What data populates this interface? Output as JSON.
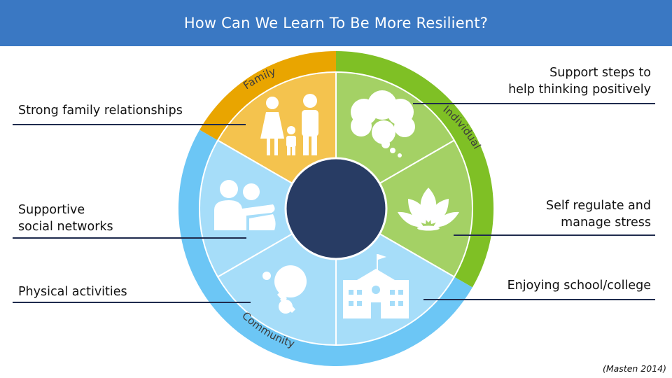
{
  "header": {
    "title": "How Can We Learn To Be More Resilient?"
  },
  "ring_labels": {
    "family": "Family",
    "individual": "Individual",
    "community": "Community"
  },
  "labels": {
    "family_relationships": "Strong family relationships",
    "social_networks_line1": "Supportive",
    "social_networks_line2": "social networks",
    "physical_activities": "Physical activities",
    "thinking_line1": "Support steps to",
    "thinking_line2": "help thinking positively",
    "self_regulate_line1": "Self regulate and",
    "self_regulate_line2": "manage stress",
    "school": "Enjoying school/college"
  },
  "citation": "(Masten 2014)",
  "colors": {
    "header": "#3a78c3",
    "family_ring": "#e9a500",
    "family_wedge": "#f4c34e",
    "individual_ring": "#7fc025",
    "individual_wedge": "#a4d165",
    "community_ring": "#6cc6f5",
    "community_wedge": "#a6ddf9",
    "center": "#283c64",
    "leader_line": "#1f2b4d"
  },
  "icons": {
    "family": "family-icon",
    "thought": "thought-cloud-icon",
    "lotus": "lotus-icon",
    "school": "school-building-icon",
    "ping_pong": "ping-pong-icon",
    "friends": "friends-icon"
  }
}
